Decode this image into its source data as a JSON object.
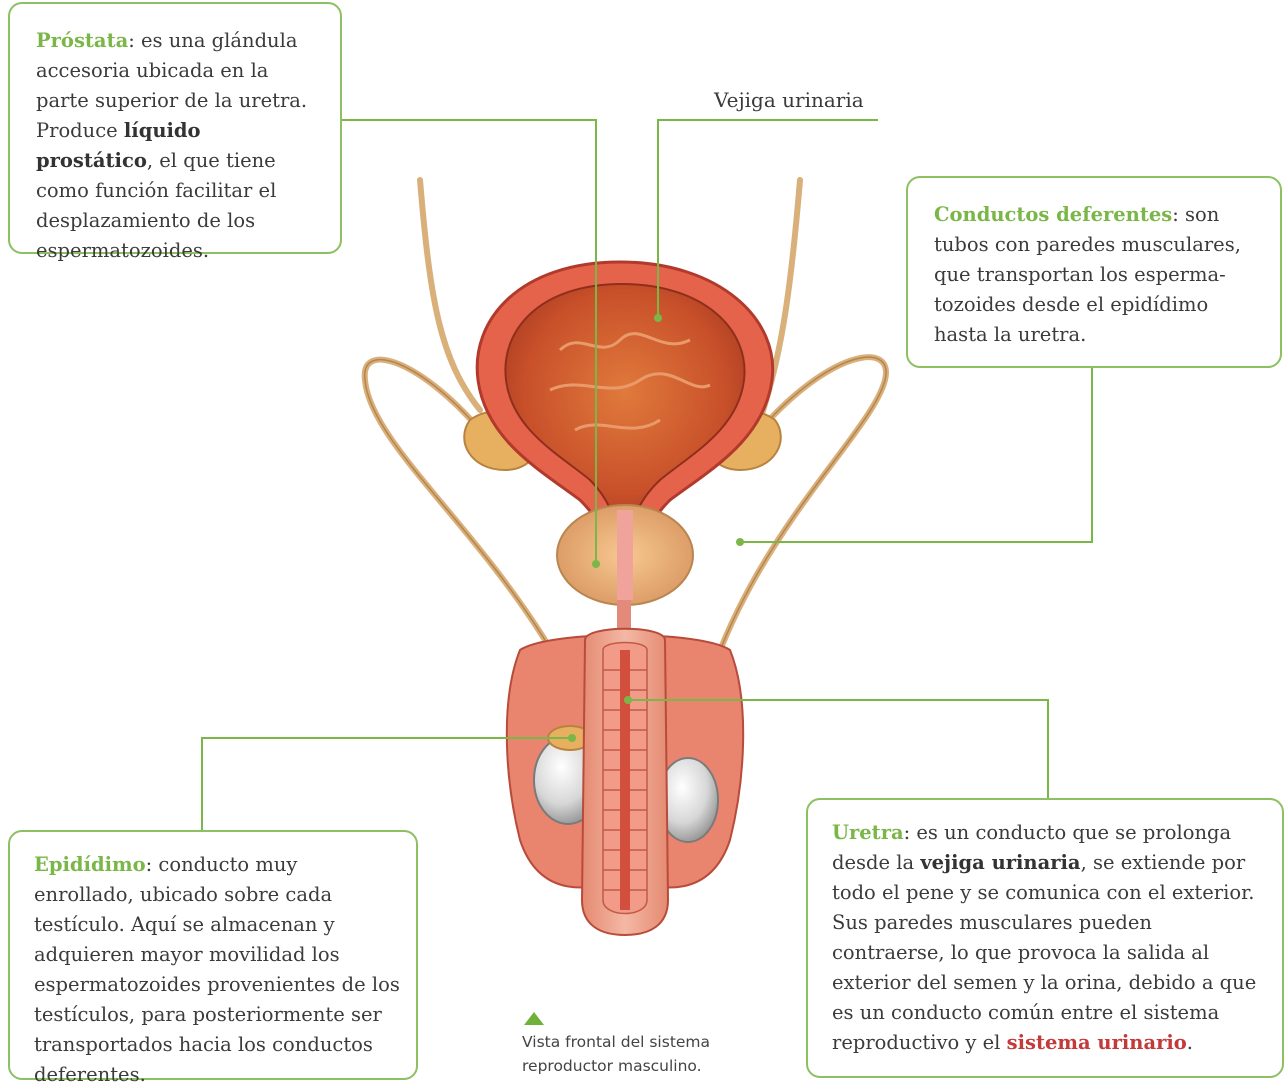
{
  "labels": {
    "vejiga": "Vejiga urinaria"
  },
  "prostata": {
    "term": "Próstata",
    "text_1": ": es una glándula accesoria ubicada en la parte superior de la uretra. Produce ",
    "bold": "líquido prostático",
    "text_2": ", el que tiene como función facilitar el desplazamiento de los espermatozoides."
  },
  "deferentes": {
    "term": "Conductos deferentes",
    "text": ": son tubos con paredes musculares, que transportan los esperma-tozoides desde el epidídimo hasta la uretra."
  },
  "epididimo": {
    "term": "Epidídimo",
    "text": ": conducto muy enrollado, ubicado sobre cada testículo. Aquí se almacenan y adquieren mayor movilidad los espermatozoides provenientes de los testículos, para posteriormente ser transportados hacia los conductos deferentes."
  },
  "uretra": {
    "term": "Uretra",
    "text_1": ": es un conducto que se prolonga desde la ",
    "bold": "vejiga urinaria",
    "text_2": ", se extiende por todo el pene y se comunica con el exterior. Sus paredes musculares pueden contraerse, lo que provoca la salida al exterior del semen y la orina, debido a que es un conducto común entre el sistema reproductivo y el ",
    "red": "sistema urinario",
    "text_3": "."
  },
  "caption": "Vista frontal del sistema reproductor masculino.",
  "colors": {
    "accent_green": "#8cc063",
    "term_green": "#7ab648",
    "highlight_red": "#c23a3a"
  }
}
